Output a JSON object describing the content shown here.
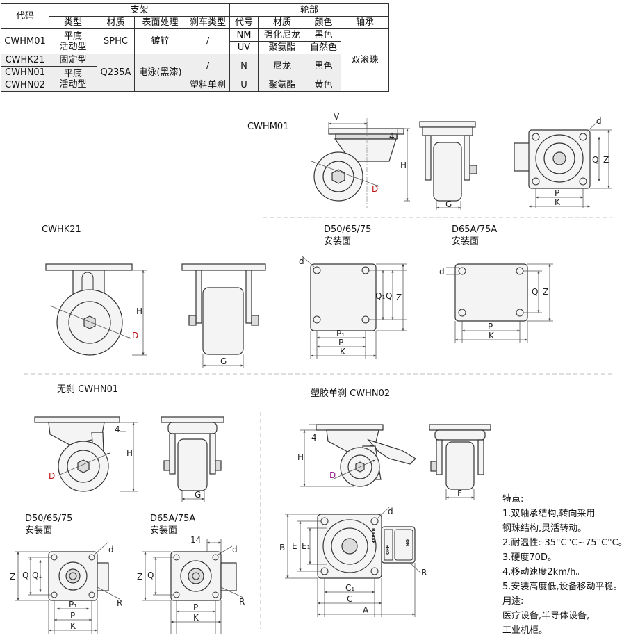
{
  "table": {
    "col_code": "代码",
    "group_bracket": "支架",
    "group_wheel": "轮部",
    "h_type": "类型",
    "h_material": "材质",
    "h_surface": "表面处理",
    "h_brake": "刹车类型",
    "h_wcode": "代号",
    "h_wmaterial": "材质",
    "h_color": "颜色",
    "h_bearing": "轴承",
    "rows": {
      "cwhm01": "CWHM01",
      "cwhk21": "CWHK21",
      "cwhn01": "CWHN01",
      "cwhn02": "CWHN02"
    },
    "type_flat_swivel_1": "平底\n活动型",
    "type_fixed": "固定型",
    "type_flat_swivel_2": "平底\n活动型",
    "mat_sphc": "SPHC",
    "mat_q235a": "Q235A",
    "surf_zinc": "镀锌",
    "surf_ed": "电泳(黑漆)",
    "brake_none_1": "/",
    "brake_none_2": "/",
    "brake_plastic": "塑料单刹",
    "w_nm": "NM",
    "w_uv": "UV",
    "w_n": "N",
    "w_u": "U",
    "wm_nylon_r": "强化尼龙",
    "wm_pu1": "聚氨酯",
    "wm_nylon": "尼龙",
    "wm_pu2": "聚氨酯",
    "c_black1": "黑色",
    "c_natural": "自然色",
    "c_black2": "黑色",
    "c_yellow": "黄色",
    "bearing": "双滚珠"
  },
  "labels": {
    "cwhm01": "CWHM01",
    "cwhk21": "CWHK21",
    "mount1_title": "D50/65/75",
    "mount1_sub": "安装面",
    "mount2_title": "D65A/75A",
    "mount2_sub": "安装面",
    "cwhn01": "无刹 CWHN01",
    "cwhn02": "塑胶单刹 CWHN02",
    "mount3_title": "D50/65/75",
    "mount3_sub": "安装面",
    "mount4_title": "D65A/75A",
    "mount4_sub": "安装面"
  },
  "dims": {
    "V": "V",
    "H": "H",
    "D": "D",
    "G": "G",
    "d": "d",
    "Q": "Q",
    "Z": "Z",
    "P": "P",
    "K": "K",
    "P1": "P₁",
    "Q1": "Q₁",
    "F": "F",
    "R": "R",
    "A": "A",
    "B": "B",
    "C": "C",
    "C1": "C₁",
    "E": "E",
    "E1": "E₁",
    "four": "4",
    "fourteen": "14",
    "off": "OFF",
    "brake": "BRAKE",
    "on": "ON"
  },
  "features": {
    "title": "特点:",
    "f1a": "1.双轴承结构,转向采用",
    "f1b": "钢珠结构,灵活转动。",
    "f2": "2.耐温性:-35°C°C~75°C°C。",
    "f3": "3.硬度70D。",
    "f4": "4.移动速度2km/h。",
    "f5": "5.安装高度低,设备移动平稳。",
    "use_title": "用途:",
    "u1": "医疗设备,半导体设备,",
    "u2": "工业机柜。"
  }
}
